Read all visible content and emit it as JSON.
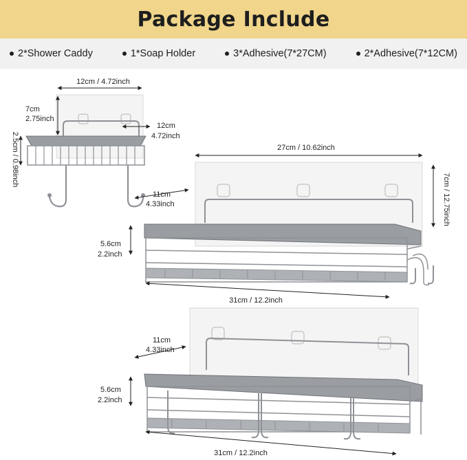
{
  "title": "Package Include",
  "package_items": [
    "2*Shower Caddy",
    "1*Soap Holder",
    "3*Adhesive(7*27CM)",
    "2*Adhesive(7*12CM)"
  ],
  "soap_holder": {
    "width": "12cm / 4.72inch",
    "adhesive_height_cm": "7cm",
    "adhesive_height_in": "2.75inch",
    "depth_cm": "12cm",
    "depth_in": "4.72inch",
    "height": "2.5cm / 0.98inch"
  },
  "caddy_top": {
    "adhesive_width": "27cm / 10.62inch",
    "adhesive_height": "7cm / 12.75inch",
    "depth_cm": "11cm",
    "depth_in": "4.33inch",
    "height_cm": "5.6cm",
    "height_in": "2.2inch",
    "length": "31cm / 12.2inch"
  },
  "caddy_bottom": {
    "depth_cm": "11cm",
    "depth_in": "4.33inch",
    "height_cm": "5.6cm",
    "height_in": "2.2inch",
    "length": "31cm / 12.2inch"
  },
  "colors": {
    "banner": "#f0d58a",
    "strip": "#f1f1f1",
    "metal": "#8e9196",
    "metal_dark": "#6f7277",
    "adhesive": "#f4f4f4"
  }
}
